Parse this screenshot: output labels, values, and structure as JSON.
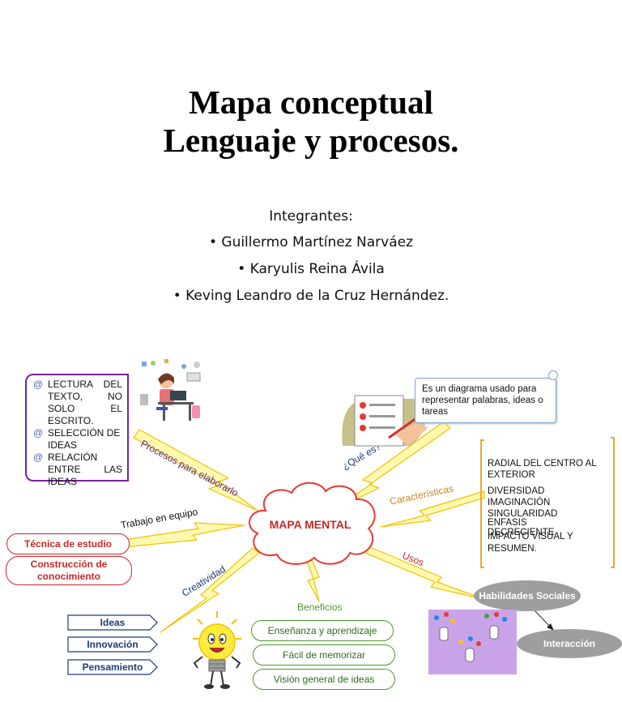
{
  "header": {
    "title_line1": "Mapa conceptual",
    "title_line2": "Lenguaje y procesos.",
    "members_label": "Integrantes:",
    "members": [
      "Guillermo Martínez Narváez",
      "Karyulis Reina Ávila",
      "Keving  Leandro de la Cruz Hernández."
    ]
  },
  "map": {
    "center": "MAPA MENTAL",
    "branches": {
      "procesos": "Procesos para elaborarlo",
      "que_es": "¿Qué es?",
      "caracteristicas": "Características",
      "trabajo": "Trabajo en equipo",
      "usos": "Usos",
      "creatividad": "Creatividad",
      "beneficios": "Beneficios"
    },
    "procesos_items": [
      "LECTURA DEL TEXTO, NO SOLO EL ESCRITO.",
      "SELECCIÓN DE IDEAS",
      "RELACIÓN ENTRE LAS IDEAS"
    ],
    "que_es_text": "Es un diagrama usado para representar palabras, ideas o tareas",
    "caracteristicas_lines": [
      "RADIAL DEL CENTRO AL EXTERIOR",
      "DIVERSIDAD",
      "IMAGINACIÓN",
      "SINGULARIDAD",
      "ENFASIS",
      "DECRECIENTE",
      "IMPACTO VISUAL Y",
      "RESUMEN."
    ],
    "trabajo_items": [
      "Técnica de estudio",
      "Construcción de conocimiento"
    ],
    "creatividad_items": [
      "Ideas",
      "Innovación",
      "Pensamiento"
    ],
    "beneficios_items": [
      "Enseñanza y aprendizaje",
      "Fácil de memorizar",
      "Visión general de ideas"
    ],
    "usos_items": [
      "Habilidades Sociales",
      "Interacción"
    ]
  },
  "colors": {
    "lightning_fill": "#fff9b0",
    "lightning_stroke": "#f2c200",
    "cloud_stroke": "#e53935",
    "center_text": "#c62828",
    "purple_box": "#7b1fa2",
    "green": "#4c9a2a",
    "navy": "#1f3a78",
    "usos_gray": "#9e9e9e",
    "orange_bracket": "#f5a623"
  },
  "icons": [
    "student-desk-illustration",
    "checklist-illustration",
    "lightbulb-character-icon",
    "hands-network-illustration"
  ]
}
